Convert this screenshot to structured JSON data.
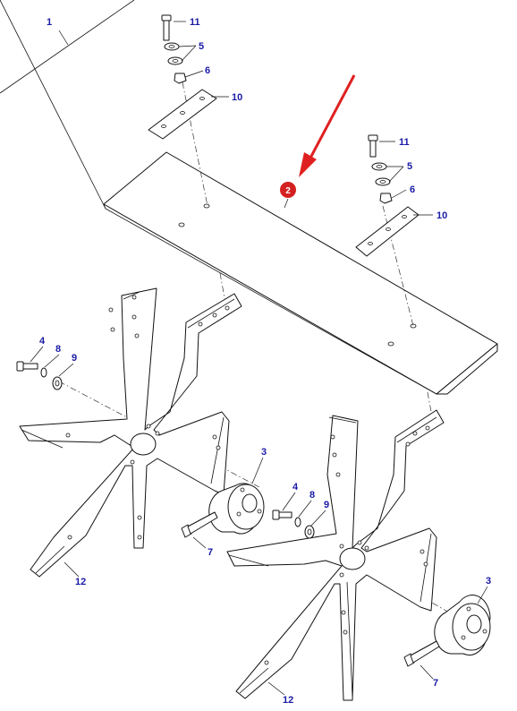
{
  "diagram": {
    "callouts": {
      "c1": "1",
      "c2": "2",
      "c3a": "3",
      "c3b": "3",
      "c4a": "4",
      "c4b": "4",
      "c5a": "5",
      "c5b": "5",
      "c6a": "6",
      "c6b": "6",
      "c7a": "7",
      "c7b": "7",
      "c8a": "8",
      "c8b": "8",
      "c9a": "9",
      "c9b": "9",
      "c10a": "10",
      "c10b": "10",
      "c11a": "11",
      "c11b": "11",
      "c12a": "12",
      "c12b": "12"
    },
    "colors": {
      "callout": "#1a1aa6",
      "highlight_arrow": "#e02020",
      "highlight_badge": "#d42020",
      "line": "#111111"
    }
  }
}
